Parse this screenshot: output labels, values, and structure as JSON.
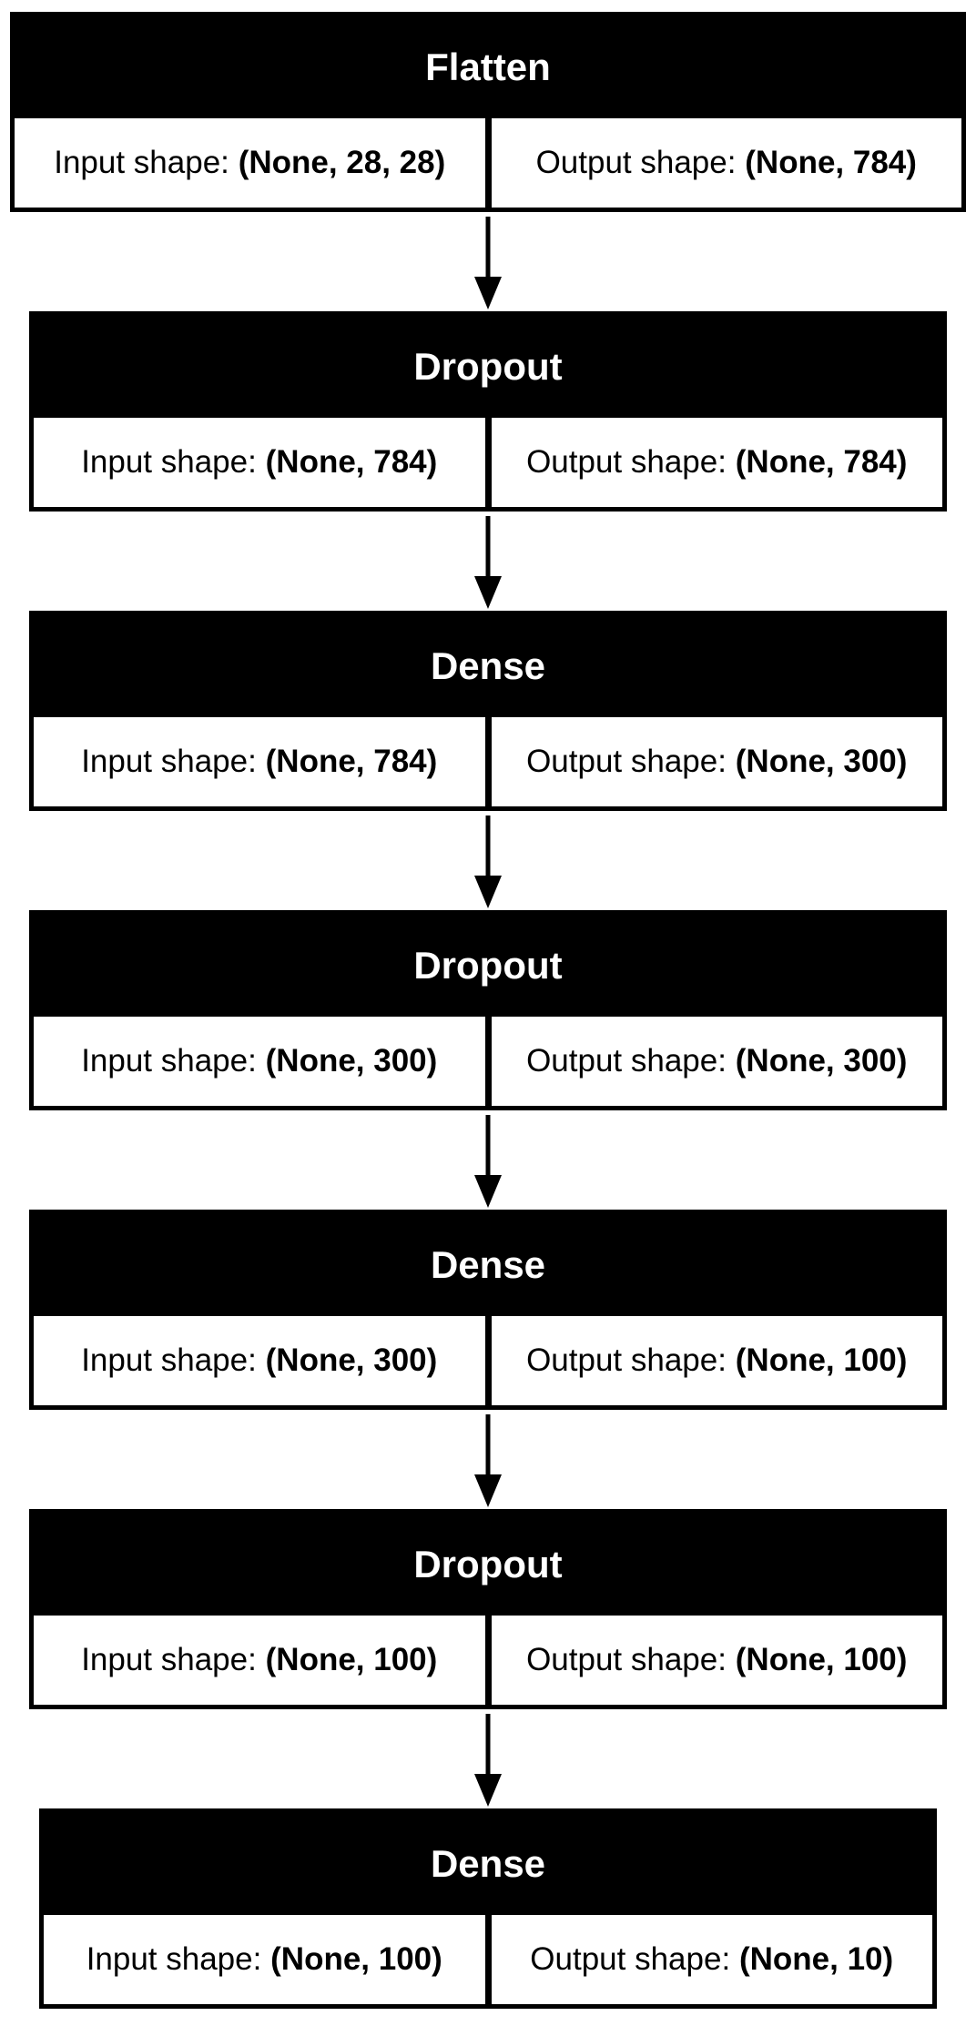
{
  "diagram": {
    "input_label": "Input shape:",
    "output_label": "Output shape:",
    "layers": [
      {
        "name": "Flatten",
        "input_shape": "(None, 28, 28)",
        "output_shape": "(None, 784)"
      },
      {
        "name": "Dropout",
        "input_shape": "(None, 784)",
        "output_shape": "(None, 784)"
      },
      {
        "name": "Dense",
        "input_shape": "(None, 784)",
        "output_shape": "(None, 300)"
      },
      {
        "name": "Dropout",
        "input_shape": "(None, 300)",
        "output_shape": "(None, 300)"
      },
      {
        "name": "Dense",
        "input_shape": "(None, 300)",
        "output_shape": "(None, 100)"
      },
      {
        "name": "Dropout",
        "input_shape": "(None, 100)",
        "output_shape": "(None, 100)"
      },
      {
        "name": "Dense",
        "input_shape": "(None, 100)",
        "output_shape": "(None, 10)"
      }
    ],
    "colors": {
      "header_background": "#000000",
      "header_text": "#ffffff",
      "body_background": "#ffffff",
      "border": "#000000"
    }
  }
}
